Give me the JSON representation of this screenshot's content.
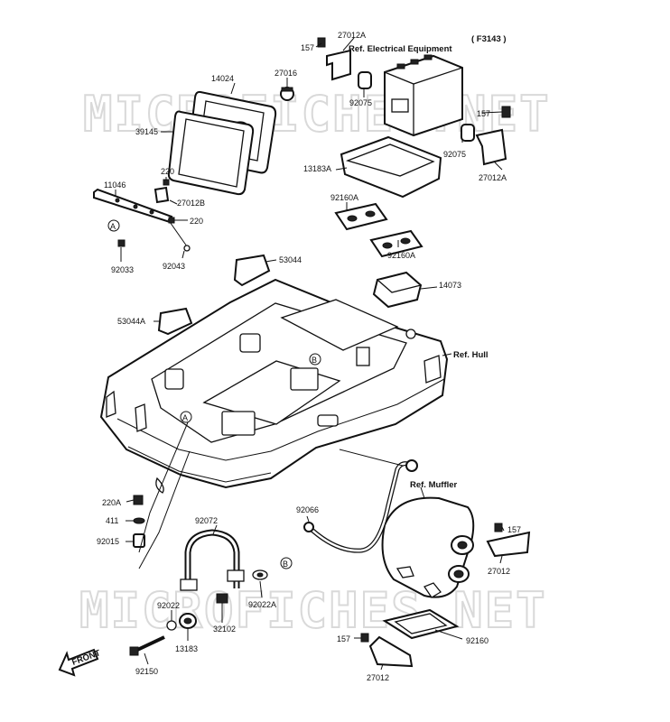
{
  "diagram": {
    "code": "( F3143 )",
    "watermark": "MICROFICHES.NET",
    "front_label": "FRONT",
    "refs": {
      "electrical": "Ref. Electrical Equipment",
      "hull": "Ref. Hull",
      "muffler": "Ref. Muffler"
    },
    "callout_a": "A",
    "callout_b": "B",
    "labels": {
      "p157_top": "157",
      "p27012A_top": "27012A",
      "p27016": "27016",
      "p14024": "14024",
      "p39145": "39145",
      "p92075_left": "92075",
      "p157_right": "157",
      "p92075_right": "92075",
      "p27012A_right": "27012A",
      "p13183A": "13183A",
      "p92160A_left": "92160A",
      "p92160A_right": "92160A",
      "p11046": "11046",
      "p220_top": "220",
      "p27012B": "27012B",
      "p220_mid": "220",
      "p92033": "92033",
      "p92043": "92043",
      "p53044": "53044",
      "p14073": "14073",
      "p53044A": "53044A",
      "p220A": "220A",
      "p411": "411",
      "p92015": "92015",
      "p92072": "92072",
      "p92066": "92066",
      "p157_muffler": "157",
      "p27012_muffler": "27012",
      "p92022A": "92022A",
      "p92022": "92022",
      "p32102": "32102",
      "p13183": "13183",
      "p92150": "92150",
      "p157_bottom": "157",
      "p92160": "92160",
      "p27012_bottom": "27012"
    }
  }
}
